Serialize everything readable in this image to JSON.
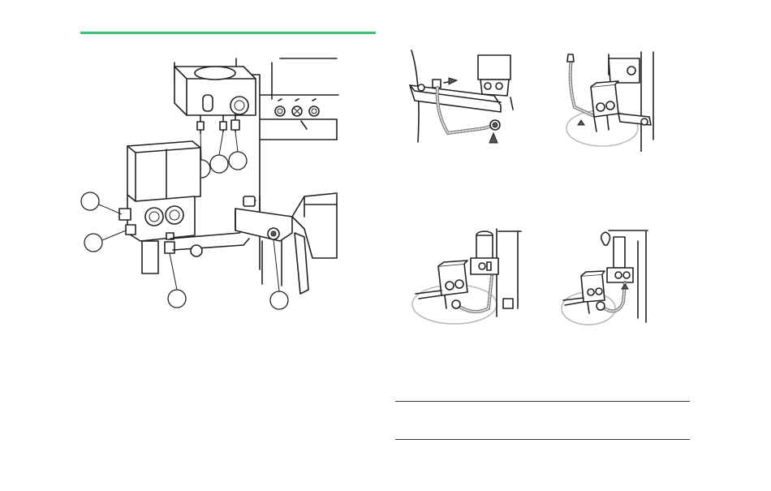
{
  "page": {
    "accent_color": "#2ecc71",
    "line_color": "#222222",
    "halo_color": "#bbbbbb"
  },
  "figures": {
    "main": {
      "icon": "absorber-system-illustration"
    },
    "step1": {
      "icon": "hose-connection-illustration"
    },
    "step2": {
      "icon": "flex-hose-illustration"
    },
    "step3": {
      "icon": "absorber-mounted-illustration"
    },
    "step4": {
      "icon": "bag-arm-illustration"
    }
  }
}
